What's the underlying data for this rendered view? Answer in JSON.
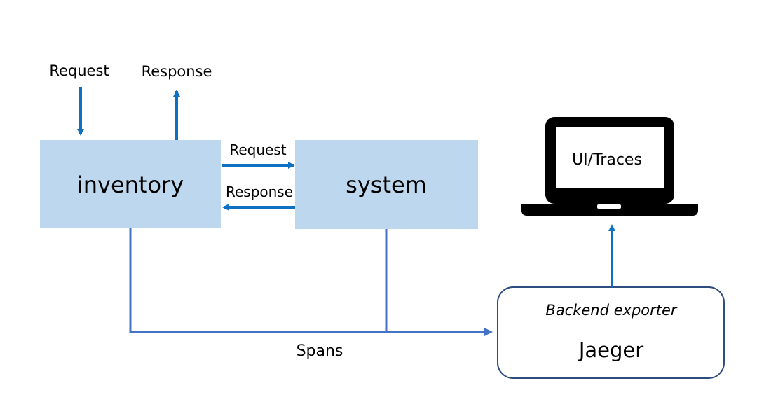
{
  "colors": {
    "service_box": "#bdd7ee",
    "arrow": "#0d70c0",
    "span_line": "#4472c4",
    "exporter_border": "#2f4c7e",
    "laptop": "#000000",
    "text": "#000000"
  },
  "client": {
    "request_label": "Request",
    "response_label": "Response"
  },
  "inventory": {
    "label": "inventory"
  },
  "system": {
    "label": "system"
  },
  "inter_service": {
    "request_label": "Request",
    "response_label": "Response"
  },
  "spans_label": "Spans",
  "exporter": {
    "subtitle": "Backend exporter",
    "name": "Jaeger"
  },
  "laptop": {
    "screen_label": "UI/Traces",
    "icon": "laptop-icon"
  }
}
